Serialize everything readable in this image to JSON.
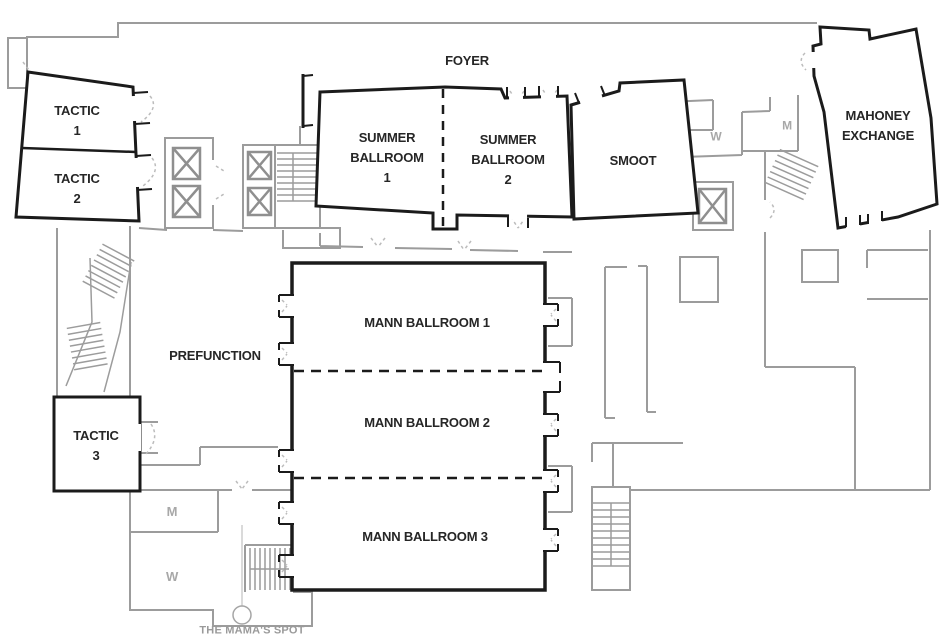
{
  "colors": {
    "wall_dark": "#1b1b1b",
    "wall_gray": "#9c9c9c",
    "door_swing_gray": "#bcbcbc",
    "label_dark": "#262626",
    "label_gray": "#a8a8a8"
  },
  "labels": {
    "foyer": "FOYER",
    "tactic_1": "TACTIC\n1",
    "tactic_2": "TACTIC\n2",
    "tactic_3": "TACTIC\n3",
    "summer_ballroom_1": "SUMMER\nBALLROOM\n1",
    "summer_ballroom_2": "SUMMER\nBALLROOM\n2",
    "smoot": "SMOOT",
    "mahoney_exchange": "MAHONEY\nEXCHANGE",
    "prefunction": "PREFUNCTION",
    "mann_ballroom_1": "MANN BALLROOM 1",
    "mann_ballroom_2": "MANN BALLROOM 2",
    "mann_ballroom_3": "MANN BALLROOM 3",
    "restroom_women_upper": "W",
    "restroom_men_upper": "M",
    "restroom_men_lower": "M",
    "restroom_women_lower": "W",
    "mamas_spot": "THE MAMA'S SPOT"
  }
}
